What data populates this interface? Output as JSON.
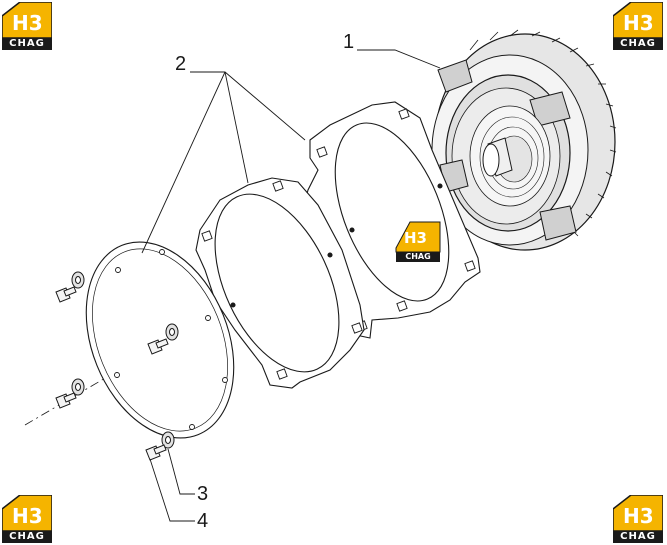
{
  "callouts": [
    {
      "id": "1",
      "label": "1"
    },
    {
      "id": "2",
      "label": "2"
    },
    {
      "id": "3",
      "label": "3"
    },
    {
      "id": "4",
      "label": "4"
    }
  ],
  "watermark": {
    "brand_mark": "H3",
    "brand_text": "CHAG",
    "brand_color": "#f5b400",
    "text_color": "#ffffff",
    "bar_color": "#1a1a1a"
  },
  "colors": {
    "line": "#1a1a1a",
    "fill_light": "#f2f2f2",
    "fill_mid": "#d9d9d9",
    "fill_dark": "#9a9a9a"
  }
}
